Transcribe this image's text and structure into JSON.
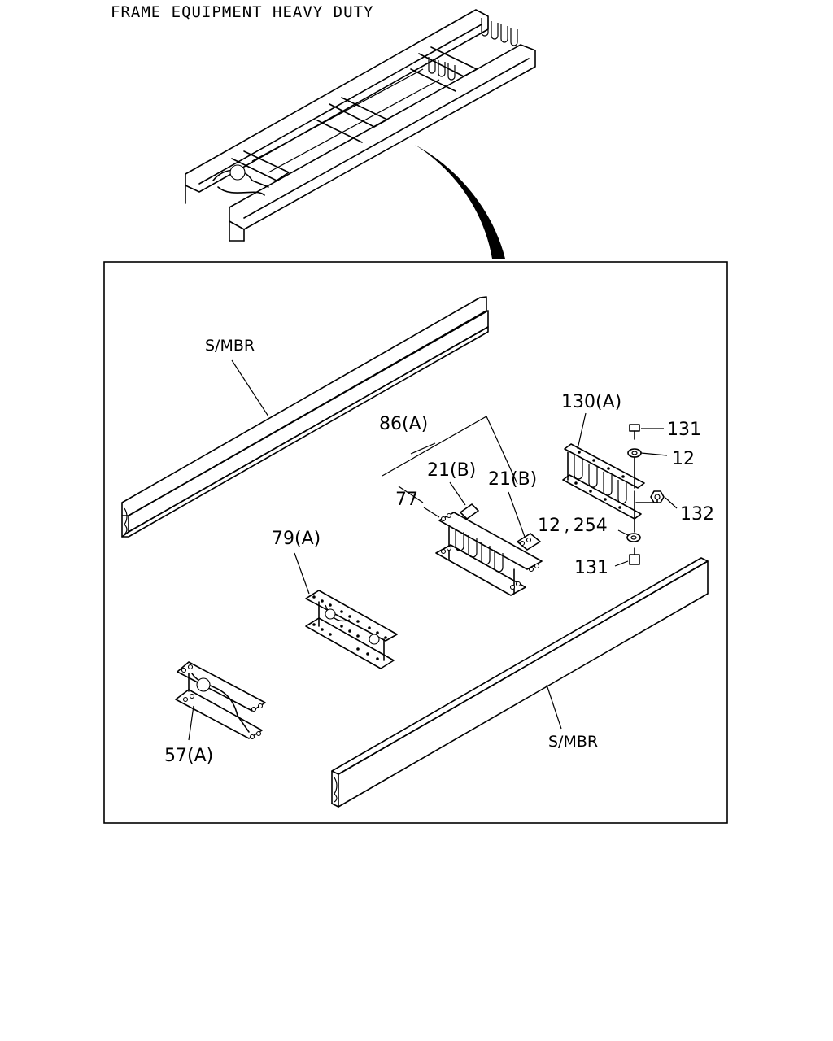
{
  "title": "FRAME EQUIPMENT HEAVY DUTY",
  "labels": {
    "smbr_top": "S/MBR",
    "smbr_bottom": "S/MBR",
    "p86a": "86(A)",
    "p21b_left": "21(B)",
    "p21b_right": "21(B)",
    "p77": "77",
    "p79a": "79(A)",
    "p57a": "57(A)",
    "p130a": "130(A)",
    "p131_top": "131",
    "p12": "12",
    "p132": "132",
    "p12_254": "12 , 254",
    "p131_bottom": "131"
  }
}
